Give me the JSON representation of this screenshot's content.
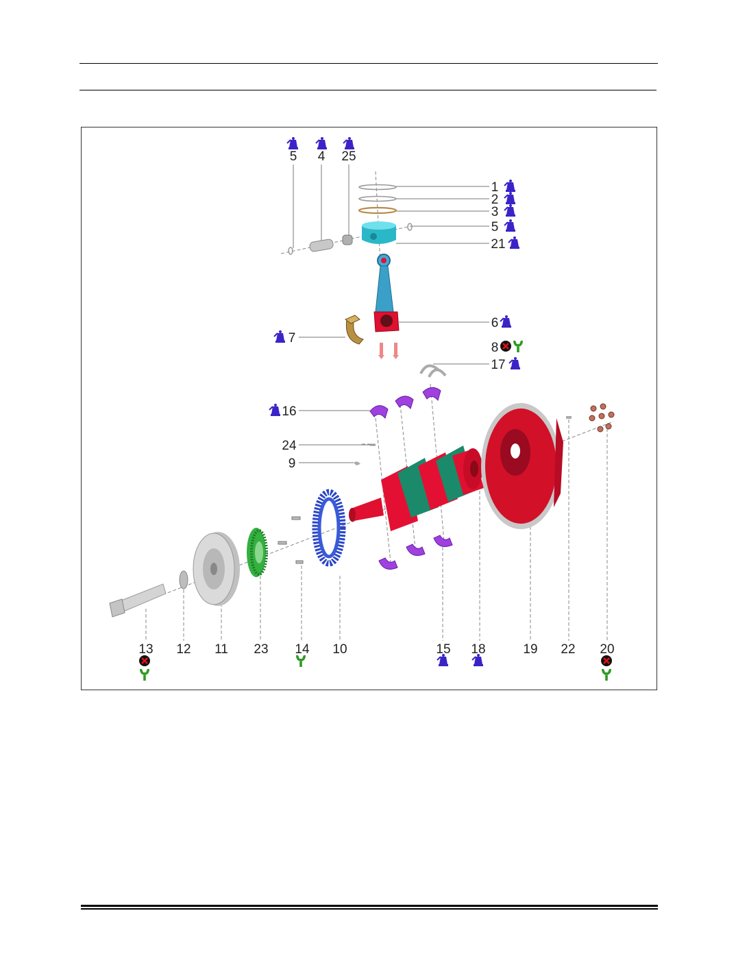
{
  "figure": {
    "callouts": {
      "c5a": "5",
      "c4": "4",
      "c25": "25",
      "c1": "1",
      "c2": "2",
      "c3": "3",
      "c5b": "5",
      "c21": "21",
      "c6": "6",
      "c7": "7",
      "c8": "8",
      "c17": "17",
      "c16": "16",
      "c24": "24",
      "c9": "9",
      "c13": "13",
      "c12": "12",
      "c11": "11",
      "c23": "23",
      "c14": "14",
      "c10": "10",
      "c15": "15",
      "c18": "18",
      "c19": "19",
      "c22": "22",
      "c20": "20"
    },
    "icons": {
      "oil": "oil-can-icon",
      "replace": "do-not-reuse-icon",
      "torque": "torque-wrench-icon"
    },
    "colors": {
      "oil_icon": "#3a24c8",
      "replace_icon": "#c8102e",
      "torque_icon": "#2e9a22",
      "crankshaft": "#e0103a",
      "flywheel": "#d8102c",
      "piston": "#30c8d8",
      "bearing": "#9a40d8",
      "sprocket": "#3050d0",
      "gear": "#30b040"
    }
  }
}
